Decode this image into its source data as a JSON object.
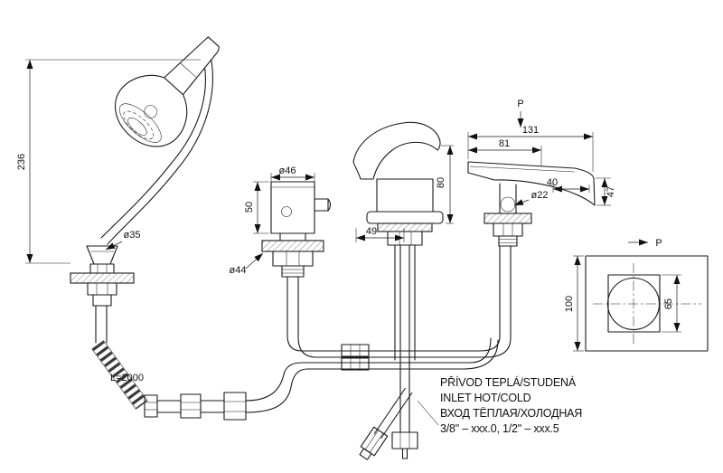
{
  "drawing": {
    "labels": {
      "p": "P",
      "hose_length": "L=2000"
    },
    "dims": {
      "shower_height": "236",
      "holder_diameter": "ø35",
      "valve_top_diameter": "ø46",
      "valve_body_height": "50",
      "valve_base_diameter": "ø44",
      "lever_height": "80",
      "center_offset": "49",
      "spout_length_total": "131",
      "spout_length_inner": "81",
      "spout_mouth_width": "40",
      "spout_shank_diameter": "ø22",
      "spout_end_height": "47",
      "plate_height": "100",
      "plate_cutout": "65"
    },
    "notes": [
      "PŘÍVOD TEPLÁ/STUDENÁ",
      "INLET HOT/COLD",
      "ВХОД ТЁПЛАЯ/ХОЛОДНАЯ",
      "3/8\" – xxx.0, 1/2\" – xxx.5"
    ]
  }
}
